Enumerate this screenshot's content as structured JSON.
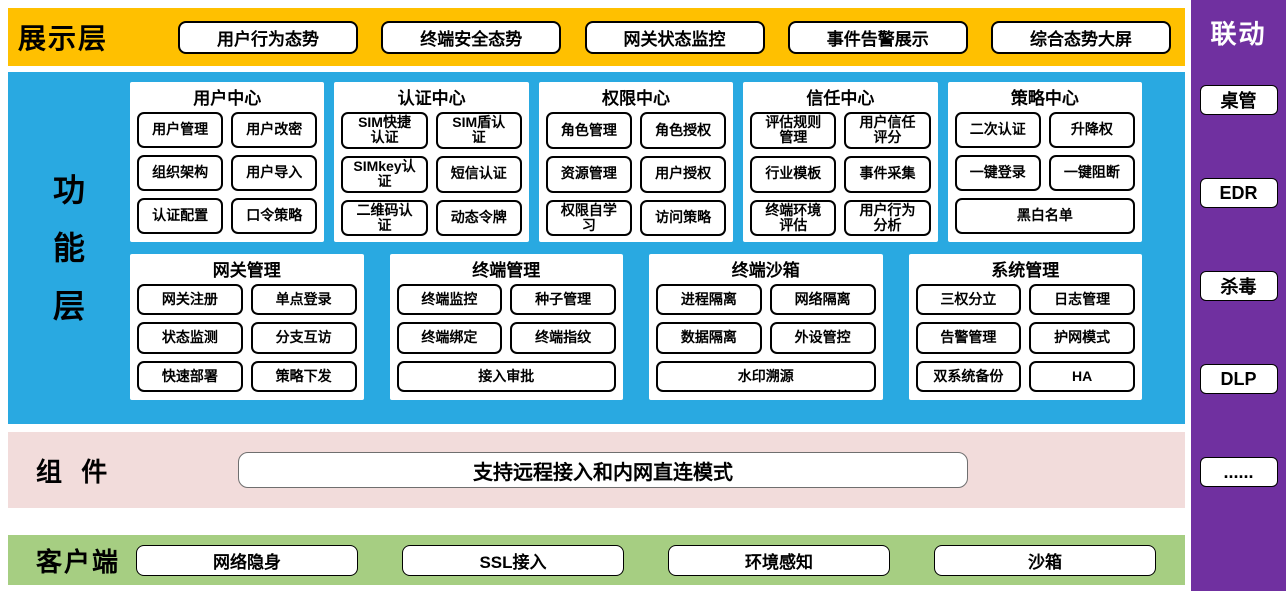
{
  "display": {
    "label": "展示层",
    "items": [
      "用户行为态势",
      "终端安全态势",
      "网关状态监控",
      "事件告警展示",
      "综合态势大屏"
    ]
  },
  "function": {
    "label_chars": [
      "功",
      "能",
      "层"
    ],
    "row1": [
      {
        "title": "用户中心",
        "items": [
          {
            "label": "用户管理"
          },
          {
            "label": "用户改密"
          },
          {
            "label": "组织架构"
          },
          {
            "label": "用户导入"
          },
          {
            "label": "认证配置"
          },
          {
            "label": "口令策略"
          }
        ]
      },
      {
        "title": "认证中心",
        "items": [
          {
            "label": "SIM快捷\n认证"
          },
          {
            "label": "SIM盾认\n证"
          },
          {
            "label": "SIMkey认\n证"
          },
          {
            "label": "短信认证"
          },
          {
            "label": "二维码认\n证"
          },
          {
            "label": "动态令牌"
          }
        ]
      },
      {
        "title": "权限中心",
        "items": [
          {
            "label": "角色管理"
          },
          {
            "label": "角色授权"
          },
          {
            "label": "资源管理"
          },
          {
            "label": "用户授权"
          },
          {
            "label": "权限自学\n习"
          },
          {
            "label": "访问策略"
          }
        ]
      },
      {
        "title": "信任中心",
        "items": [
          {
            "label": "评估规则\n管理"
          },
          {
            "label": "用户信任\n评分"
          },
          {
            "label": "行业模板"
          },
          {
            "label": "事件采集"
          },
          {
            "label": "终端环境\n评估"
          },
          {
            "label": "用户行为\n分析"
          }
        ]
      },
      {
        "title": "策略中心",
        "items": [
          {
            "label": "二次认证"
          },
          {
            "label": "升降权"
          },
          {
            "label": "一键登录"
          },
          {
            "label": "一键阻断"
          },
          {
            "label": "黑白名单",
            "wide": true
          }
        ]
      }
    ],
    "row2": [
      {
        "title": "网关管理",
        "items": [
          {
            "label": "网关注册"
          },
          {
            "label": "单点登录"
          },
          {
            "label": "状态监测"
          },
          {
            "label": "分支互访"
          },
          {
            "label": "快速部署"
          },
          {
            "label": "策略下发"
          }
        ]
      },
      {
        "title": "终端管理",
        "items": [
          {
            "label": "终端监控"
          },
          {
            "label": "种子管理"
          },
          {
            "label": "终端绑定"
          },
          {
            "label": "终端指纹"
          },
          {
            "label": "接入审批",
            "wide": true
          }
        ]
      },
      {
        "title": "终端沙箱",
        "items": [
          {
            "label": "进程隔离"
          },
          {
            "label": "网络隔离"
          },
          {
            "label": "数据隔离"
          },
          {
            "label": "外设管控"
          },
          {
            "label": "水印溯源",
            "wide": true
          }
        ]
      },
      {
        "title": "系统管理",
        "items": [
          {
            "label": "三权分立"
          },
          {
            "label": "日志管理"
          },
          {
            "label": "告警管理"
          },
          {
            "label": "护网模式"
          },
          {
            "label": "双系统备份"
          },
          {
            "label": "HA"
          }
        ]
      }
    ]
  },
  "component": {
    "label": "组 件",
    "box": "支持远程接入和内网直连模式"
  },
  "client": {
    "label": "客户端",
    "items": [
      "网络隐身",
      "SSL接入",
      "环境感知",
      "沙箱"
    ]
  },
  "linkage": {
    "label": "联动",
    "items": [
      "桌管",
      "EDR",
      "杀毒",
      "DLP",
      "......"
    ]
  },
  "colors": {
    "display_band": "#FFC000",
    "function_band": "#29A9E1",
    "component_band": "#F2DCDB",
    "client_band": "#A6CE82",
    "linkage_band": "#7030A0"
  }
}
